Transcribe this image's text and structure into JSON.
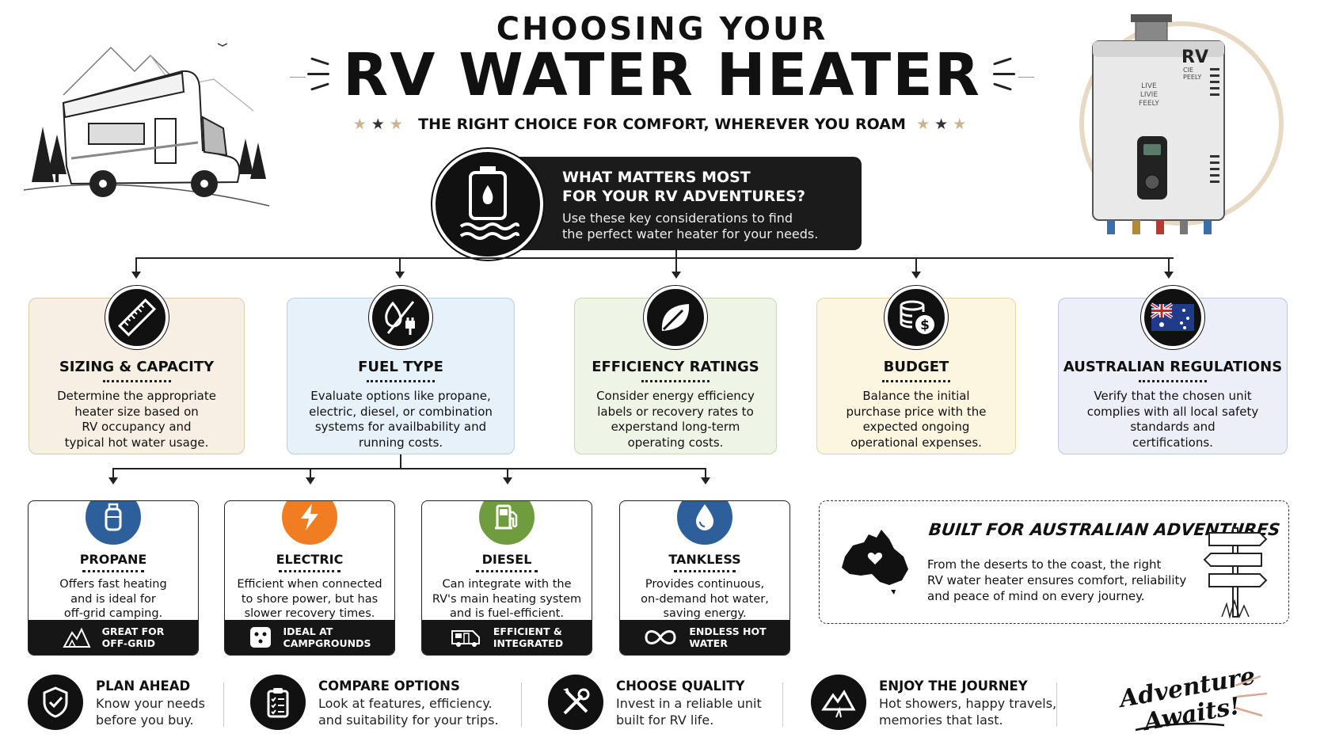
{
  "header": {
    "title_top": "CHOOSING YOUR",
    "title_main": "RV WATER HEATER",
    "subtitle": "THE RIGHT CHOICE FOR COMFORT, WHEREVER YOU ROAM"
  },
  "heater_label": {
    "brand": "RV",
    "tag": "CIE\nPEELY",
    "side": "LIVE\nLIVIE\nFEELY"
  },
  "intro": {
    "heading": "WHAT MATTERS MOST\nFOR YOUR RV ADVENTURES?",
    "text": "Use these key considerations to find\nthe perfect water heater for your needs."
  },
  "considerations": [
    {
      "title": "SIZING & CAPACITY",
      "text": "Determine the appropriate\nheater size based on\nRV occupancy and\ntypical hot water usage.",
      "icon": "ruler-icon",
      "bg": "#f7efe3",
      "border": "#dbc9ac"
    },
    {
      "title": "FUEL TYPE",
      "text": "Evaluate options like propane,\nelectric, diesel, or combination\nsystems for availbability and\nrunning costs.",
      "icon": "flame-plug-icon",
      "bg": "#e7f1fa",
      "border": "#b8cfe4"
    },
    {
      "title": "EFFICIENCY RATINGS",
      "text": "Consider energy efficiency\nlabels or recovery rates to\nexperstand long-term\noperating costs.",
      "icon": "leaf-icon",
      "bg": "#eef5e6",
      "border": "#c7d9b4"
    },
    {
      "title": "BUDGET",
      "text": "Balance the initial\npurchase price with the\nexpected ongoing\noperational expenses.",
      "icon": "coins-icon",
      "bg": "#fcf5df",
      "border": "#e5d6a6"
    },
    {
      "title": "AUSTRALIAN REGULATIONS",
      "text": "Verify that the chosen unit\ncomplies with all local safety\nstandards and\ncertifications.",
      "icon": "australian-flag-icon",
      "bg": "#eceff8",
      "border": "#bfc7de"
    }
  ],
  "fuel_types": [
    {
      "title": "PROPANE",
      "text": "Offers fast heating\nand is ideal for\noff-grid camping.",
      "footer": "GREAT FOR\nOFF-GRID",
      "icon": "gas-bottle-icon",
      "foot_icon": "mountains-icon",
      "color": "#2d5f9a"
    },
    {
      "title": "ELECTRIC",
      "text": "Efficient when connected\nto shore power, but has\nslower recovery times.",
      "footer": "IDEAL AT\nCAMPGROUNDS",
      "icon": "lightning-icon",
      "foot_icon": "power-outlet-icon",
      "color": "#f07d22"
    },
    {
      "title": "DIESEL",
      "text": "Can integrate with the\nRV's main heating system\nand is fuel-efficient.",
      "footer": "EFFICIENT &\nINTEGRATED",
      "icon": "fuel-pump-icon",
      "foot_icon": "rv-icon",
      "color": "#6f9c3f"
    },
    {
      "title": "TANKLESS",
      "text": "Provides continuous,\non-demand hot water,\nsaving energy.",
      "footer": "ENDLESS HOT\nWATER",
      "icon": "water-drop-icon",
      "foot_icon": "infinity-icon",
      "color": "#2d5f9a"
    }
  ],
  "aussie": {
    "title": "BUILT FOR AUSTRALIAN ADVENTURES",
    "text": "From the deserts to the coast, the right\nRV water heater ensures comfort, reliability\nand peace of mind on every journey."
  },
  "tips": [
    {
      "title": "PLAN AHEAD",
      "text": "Know your needs\nbefore you buy.",
      "icon": "shield-check-icon"
    },
    {
      "title": "COMPARE OPTIONS",
      "text": "Look at features, efficiency.\nand suitability for your trips.",
      "icon": "clipboard-checklist-icon"
    },
    {
      "title": "CHOOSE QUALITY",
      "text": "Invest in a reliable unit\nbuilt for RV life.",
      "icon": "tools-icon"
    },
    {
      "title": "ENJOY THE JOURNEY",
      "text": "Hot showers, happy travels,\nmemories that last.",
      "icon": "mountain-road-icon"
    }
  ],
  "tagline": "Adventure\nAwaits!"
}
